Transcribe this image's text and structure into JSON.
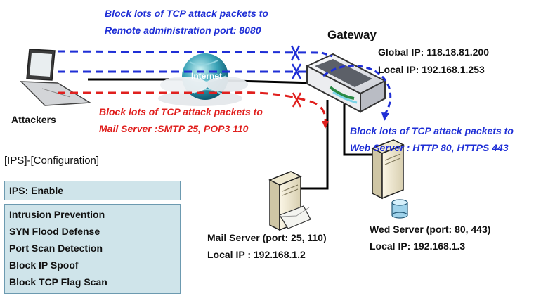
{
  "captions": {
    "top": [
      "Block lots of TCP attack packets to",
      "Remote administration port: 8080"
    ],
    "middle": [
      "Block lots of TCP attack packets to",
      "Mail Server :SMTP 25,  POP3 110"
    ],
    "right": [
      "Block lots of TCP attack packets to",
      "Web Server : HTTP 80,  HTTPS 443"
    ]
  },
  "gateway": {
    "title": "Gateway",
    "global_ip": "Global IP: 118.18.81.200",
    "local_ip": "Local IP: 192.168.1.253"
  },
  "attackers_label": "Attackers",
  "internet_label": "Internet",
  "mail_server": {
    "label": "Mail Server (port: 25, 110)",
    "ip": "Local IP : 192.168.1.2"
  },
  "web_server": {
    "label": "Wed Server (port: 80, 443)",
    "ip": "Local IP: 192.168.1.3"
  },
  "ips_panel": {
    "title": "[IPS]-[Configuration]",
    "status": "IPS: Enable",
    "items": [
      "Intrusion Prevention",
      "SYN Flood Defense",
      "Port Scan Detection",
      "Block IP Spoof",
      "Block TCP Flag Scan"
    ]
  },
  "colors": {
    "blue": "#1f2fd6",
    "red": "#e0201e",
    "panel_fill": "#cfe4ea",
    "panel_border": "#6c9ab0"
  }
}
